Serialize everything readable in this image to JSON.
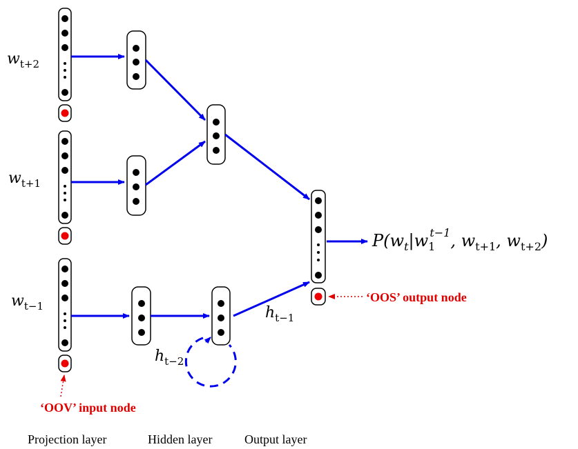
{
  "colors": {
    "arrow": "#0000ee",
    "oov_node": "#ee0000",
    "annotation": "#e00000",
    "node": "#000000"
  },
  "inputs": [
    {
      "sub": "t+2"
    },
    {
      "sub": "t+1"
    },
    {
      "sub": "t−1"
    }
  ],
  "output_expr": {
    "prefix": "P(w",
    "t_sub": "t",
    "bar": "|w",
    "one": "1",
    "sup": "t−1",
    "mid": ", w",
    "sub2": "t+1",
    "mid2": ", w",
    "sub3": "t+2",
    "suffix": ")"
  },
  "recurrent": {
    "h_prev": {
      "base": "h",
      "sub": "t−1"
    },
    "h_prev2": {
      "base": "h",
      "sub": "t−2"
    }
  },
  "annotations": {
    "oos": "‘OOS’ output node",
    "oov": "‘OOV’ input node"
  },
  "layers": {
    "projection": "Projection layer",
    "hidden": "Hidden layer",
    "output": "Output layer"
  }
}
